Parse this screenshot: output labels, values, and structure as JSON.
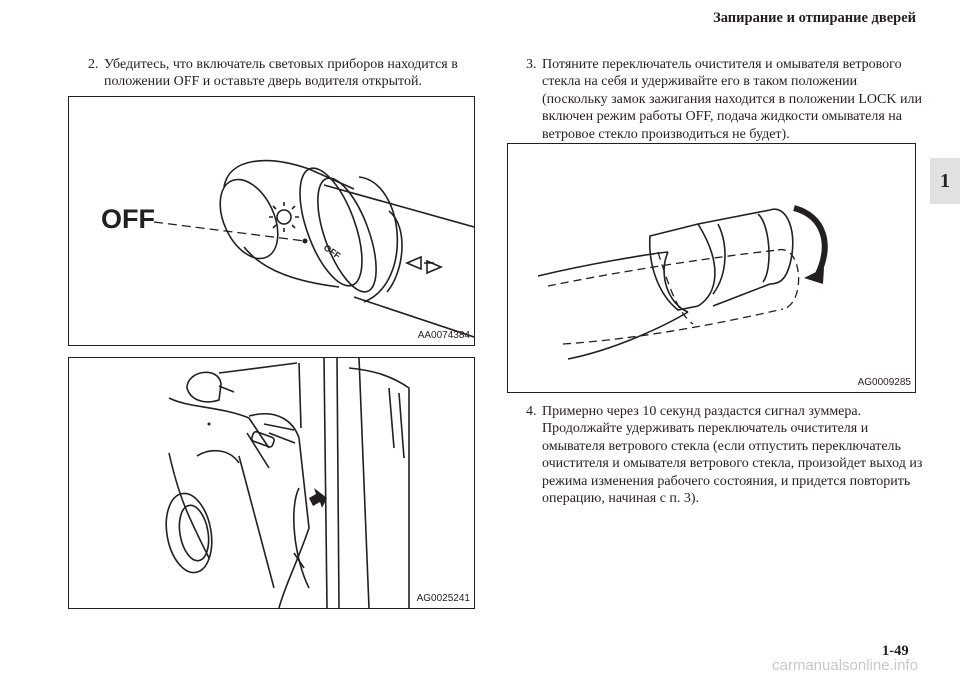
{
  "header": {
    "title": "Запирание и отпирание дверей"
  },
  "section_tab": "1",
  "steps": [
    {
      "num": "2.",
      "text": "Убедитесь, что включатель световых приборов находится в положении OFF и оставьте дверь водителя открытой."
    },
    {
      "num": "3.",
      "text": "Потяните переключатель очистителя и омывателя ветрового стекла на себя и удерживайте его в таком положении (поскольку замок зажигания находится в положении LOCK или включен режим работы OFF, подача жидкости омывателя на ветровое стекло производиться не будет)."
    },
    {
      "num": "4.",
      "text": "Примерно через 10 секунд раздастся сигнал зуммера. Продолжайте удерживать переключатель очистителя и омывателя ветрового стекла (если отпустить переключатель очистителя и омывателя ветрового стекла, произойдет выход из режима изменения рабочего состояния, и придется повторить операцию, начиная с п. 3)."
    }
  ],
  "figures": {
    "light_switch": {
      "code": "AA0074384",
      "callout": "OFF",
      "ring_label": "OFF"
    },
    "driver_door": {
      "code": "AG0025241"
    },
    "wiper_lever": {
      "code": "AG0009285"
    }
  },
  "page_number": "1-49",
  "watermark": "carmanualsonline.info"
}
